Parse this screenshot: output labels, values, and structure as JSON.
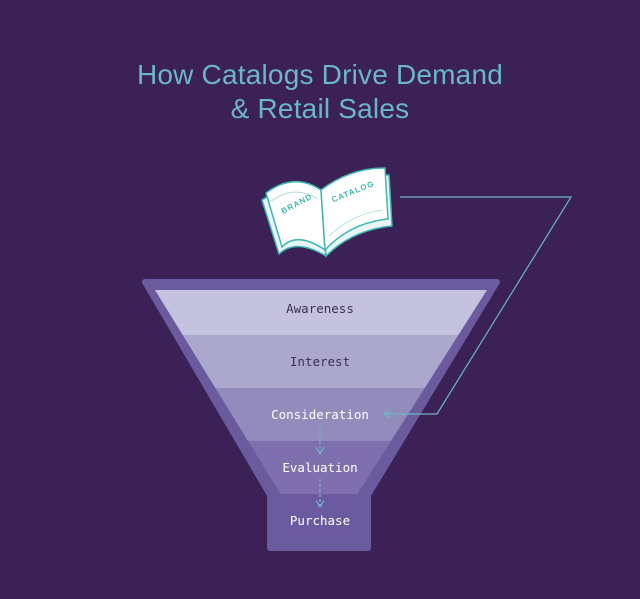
{
  "title": {
    "line1": "How Catalogs Drive Demand",
    "line2": "& Retail Sales"
  },
  "catalog": {
    "left_page_text": "BRAND",
    "right_page_text": "CATALOG",
    "icon": "open-book-icon"
  },
  "funnel": {
    "stages": [
      {
        "label": "Awareness",
        "fill": "#c4c2df",
        "text_color": "#3a3050"
      },
      {
        "label": "Interest",
        "fill": "#aba7cd",
        "text_color": "#3a3050"
      },
      {
        "label": "Consideration",
        "fill": "#948bbd",
        "text_color": "#ffffff"
      },
      {
        "label": "Evaluation",
        "fill": "#7f6fae",
        "text_color": "#ffffff"
      },
      {
        "label": "Purchase",
        "fill": "#6c5aa0",
        "text_color": "#ffffff"
      }
    ],
    "frame_color": "#6a5b9e",
    "connector_color": "#6cb7c6"
  },
  "colors": {
    "background": "#3c2157",
    "accent": "#6cb7c6",
    "book_outline": "#3fb6b0"
  }
}
